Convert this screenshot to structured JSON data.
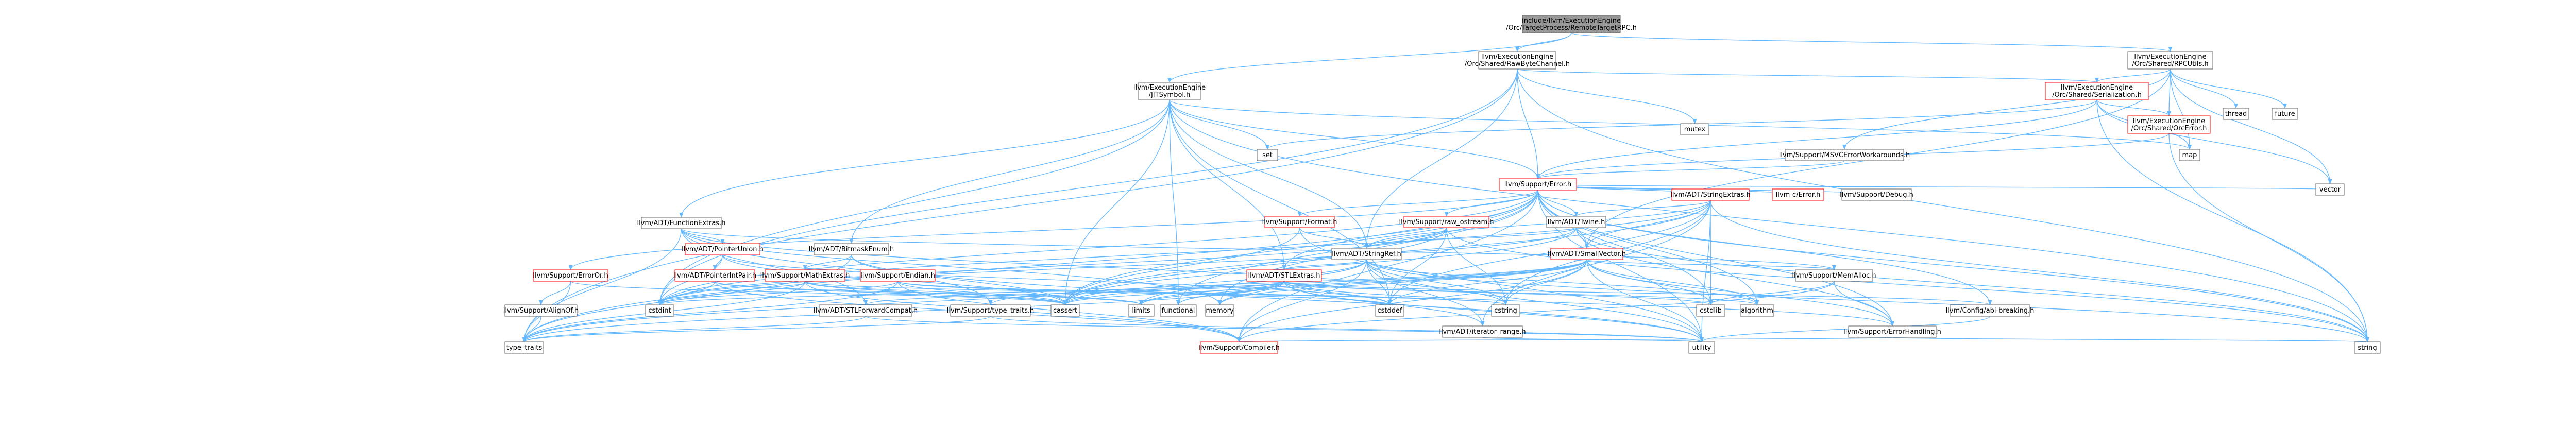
{
  "colors": {
    "node_border": "#666666",
    "node_fill": "#ffffff",
    "root_fill": "#999999",
    "root_border": "#666666",
    "red_border": "#ff0000",
    "edge": "#63b8ff",
    "edge_alt": "#6495ed"
  },
  "nodes": [
    {
      "id": "root",
      "kind": "root",
      "lines": [
        "include/llvm/ExecutionEngine",
        "/Orc/TargetProcess/RemoteTargetRPC.h"
      ]
    },
    {
      "id": "rawbyte",
      "kind": "normal",
      "lines": [
        "llvm/ExecutionEngine",
        "/Orc/Shared/RawByteChannel.h"
      ]
    },
    {
      "id": "rpcutils",
      "kind": "normal",
      "lines": [
        "llvm/ExecutionEngine",
        "/Orc/Shared/RPCUtils.h"
      ]
    },
    {
      "id": "jitsymbol",
      "kind": "normal",
      "lines": [
        "llvm/ExecutionEngine",
        "/JITSymbol.h"
      ]
    },
    {
      "id": "serial",
      "kind": "red",
      "lines": [
        "llvm/ExecutionEngine",
        "/Orc/Shared/Serialization.h"
      ]
    },
    {
      "id": "orcerror",
      "kind": "red",
      "lines": [
        "llvm/ExecutionEngine",
        "/Orc/Shared/OrcError.h"
      ]
    },
    {
      "id": "mutex",
      "kind": "normal",
      "lines": [
        "mutex"
      ]
    },
    {
      "id": "thread",
      "kind": "normal",
      "lines": [
        "thread"
      ]
    },
    {
      "id": "future",
      "kind": "normal",
      "lines": [
        "future"
      ]
    },
    {
      "id": "msvc",
      "kind": "normal",
      "lines": [
        "llvm/Support/MSVCErrorWorkarounds.h"
      ]
    },
    {
      "id": "set",
      "kind": "normal",
      "lines": [
        "set"
      ]
    },
    {
      "id": "map",
      "kind": "normal",
      "lines": [
        "map"
      ]
    },
    {
      "id": "vector",
      "kind": "normal",
      "lines": [
        "vector"
      ]
    },
    {
      "id": "error",
      "kind": "red",
      "lines": [
        "llvm/Support/Error.h"
      ]
    },
    {
      "id": "strext",
      "kind": "red",
      "lines": [
        "llvm/ADT/StringExtras.h"
      ]
    },
    {
      "id": "cerror",
      "kind": "red",
      "lines": [
        "llvm-c/Error.h"
      ]
    },
    {
      "id": "debug",
      "kind": "normal",
      "lines": [
        "llvm/Support/Debug.h"
      ]
    },
    {
      "id": "funcext",
      "kind": "normal",
      "lines": [
        "llvm/ADT/FunctionExtras.h"
      ]
    },
    {
      "id": "format",
      "kind": "red",
      "lines": [
        "llvm/Support/Format.h"
      ]
    },
    {
      "id": "rawostream",
      "kind": "red",
      "lines": [
        "llvm/Support/raw_ostream.h"
      ]
    },
    {
      "id": "twine",
      "kind": "normal",
      "lines": [
        "llvm/ADT/Twine.h"
      ]
    },
    {
      "id": "ptrunion",
      "kind": "red",
      "lines": [
        "llvm/ADT/PointerUnion.h"
      ]
    },
    {
      "id": "bitmask",
      "kind": "normal",
      "lines": [
        "llvm/ADT/BitmaskEnum.h"
      ]
    },
    {
      "id": "stringref",
      "kind": "normal",
      "lines": [
        "llvm/ADT/StringRef.h"
      ]
    },
    {
      "id": "smallvec",
      "kind": "red",
      "lines": [
        "llvm/ADT/SmallVector.h"
      ]
    },
    {
      "id": "errorort",
      "kind": "red",
      "lines": [
        "llvm/Support/ErrorOr.h"
      ]
    },
    {
      "id": "ptrintpair",
      "kind": "red",
      "lines": [
        "llvm/ADT/PointerIntPair.h"
      ]
    },
    {
      "id": "mathext",
      "kind": "red",
      "lines": [
        "llvm/Support/MathExtras.h"
      ]
    },
    {
      "id": "endian",
      "kind": "red",
      "lines": [
        "llvm/Support/Endian.h"
      ]
    },
    {
      "id": "stlext",
      "kind": "red",
      "lines": [
        "llvm/ADT/STLExtras.h"
      ]
    },
    {
      "id": "memalloc",
      "kind": "normal",
      "lines": [
        "llvm/Support/MemAlloc.h"
      ]
    },
    {
      "id": "alignof",
      "kind": "normal",
      "lines": [
        "llvm/Support/AlignOf.h"
      ]
    },
    {
      "id": "cstdint",
      "kind": "normal",
      "lines": [
        "cstdint"
      ]
    },
    {
      "id": "stlfwd",
      "kind": "normal",
      "lines": [
        "llvm/ADT/STLForwardCompat.h"
      ]
    },
    {
      "id": "typetraitsllvm",
      "kind": "normal",
      "lines": [
        "llvm/Support/type_traits.h"
      ]
    },
    {
      "id": "cassert",
      "kind": "normal",
      "lines": [
        "cassert"
      ]
    },
    {
      "id": "limits",
      "kind": "normal",
      "lines": [
        "limits"
      ]
    },
    {
      "id": "functional",
      "kind": "normal",
      "lines": [
        "functional"
      ]
    },
    {
      "id": "memory",
      "kind": "normal",
      "lines": [
        "memory"
      ]
    },
    {
      "id": "cstddef",
      "kind": "normal",
      "lines": [
        "cstddef"
      ]
    },
    {
      "id": "iterrange",
      "kind": "normal",
      "lines": [
        "llvm/ADT/iterator_range.h"
      ]
    },
    {
      "id": "cstring",
      "kind": "normal",
      "lines": [
        "cstring"
      ]
    },
    {
      "id": "cstdlib",
      "kind": "normal",
      "lines": [
        "cstdlib"
      ]
    },
    {
      "id": "algorithm",
      "kind": "normal",
      "lines": [
        "algorithm"
      ]
    },
    {
      "id": "errhandling",
      "kind": "normal",
      "lines": [
        "llvm/Support/ErrorHandling.h"
      ]
    },
    {
      "id": "configabi",
      "kind": "normal",
      "lines": [
        "llvm/Config/abi-breaking.h"
      ]
    },
    {
      "id": "typetraits",
      "kind": "normal",
      "lines": [
        "type_traits"
      ]
    },
    {
      "id": "compiler",
      "kind": "red",
      "lines": [
        "llvm/Support/Compiler.h"
      ]
    },
    {
      "id": "utility",
      "kind": "normal",
      "lines": [
        "utility"
      ]
    },
    {
      "id": "string",
      "kind": "normal",
      "lines": [
        "string"
      ]
    }
  ]
}
